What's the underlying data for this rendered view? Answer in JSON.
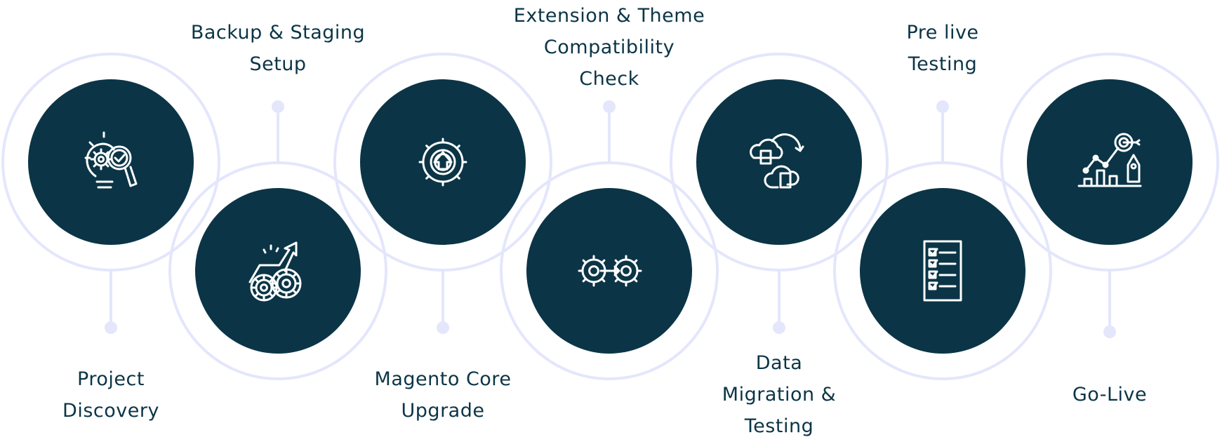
{
  "colors": {
    "disc": "#0b3546",
    "ring": "#e4e6fc",
    "text": "#0b3546",
    "icon": "#ffffff"
  },
  "steps": [
    {
      "lines": [
        "Project",
        "Discovery"
      ],
      "icon": "lightbulb-magnifier-icon"
    },
    {
      "lines": [
        "Backup & Staging",
        "Setup"
      ],
      "icon": "gears-growth-arrow-icon"
    },
    {
      "lines": [
        "Magento Core",
        "Upgrade"
      ],
      "icon": "gear-upload-icon"
    },
    {
      "lines": [
        "Extension & Theme",
        "Compatibility",
        "Check"
      ],
      "icon": "gears-transfer-icon"
    },
    {
      "lines": [
        "Data",
        "Migration &",
        "Testing"
      ],
      "icon": "cloud-migration-icon"
    },
    {
      "lines": [
        "Pre live",
        "Testing"
      ],
      "icon": "checklist-icon"
    },
    {
      "lines": [
        "Go-Live"
      ],
      "icon": "rocket-growth-chart-icon"
    }
  ]
}
